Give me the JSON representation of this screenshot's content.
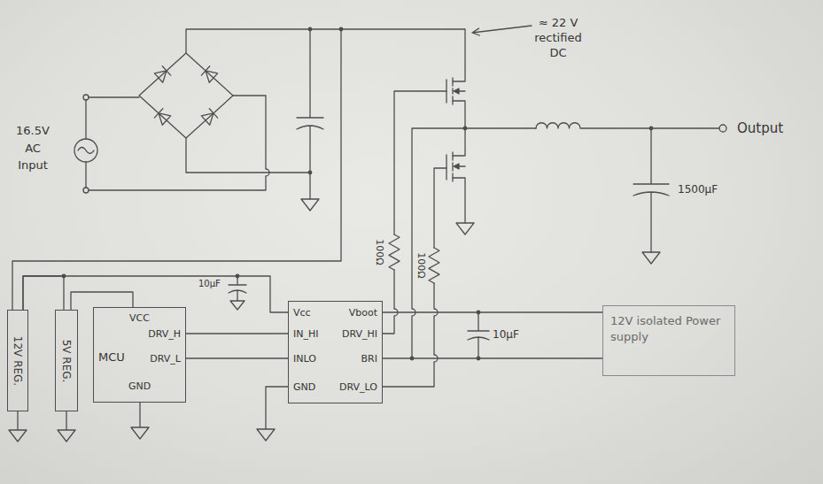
{
  "diagram": {
    "nodes": [
      {
        "text": [
          "12V REG."
        ]
      },
      {
        "text": [
          "5V REG."
        ]
      },
      {
        "text": [
          "VCC",
          "DRV_H",
          "MCU",
          "DRV_L",
          "GND"
        ]
      },
      {
        "text": [
          "Vcc",
          "Vboot",
          "IN_HI",
          "DRV_HI",
          "INLO",
          "BRI",
          "GND",
          "DRV_LO"
        ]
      },
      {
        "text": [
          "12V isolated Power supply"
        ]
      }
    ],
    "edges": [
      {
        "from": 0,
        "to": 1,
        "arrow": "none"
      },
      {
        "from": 0,
        "to": 3,
        "arrow": "none"
      },
      {
        "from": 1,
        "to": 2,
        "arrow": "none"
      },
      {
        "from": 2,
        "to": 3,
        "arrow": "none"
      },
      {
        "from": 2,
        "to": 3,
        "arrow": "none"
      },
      {
        "from": 4,
        "to": 3,
        "arrow": "none"
      },
      {
        "from": 4,
        "to": 3,
        "arrow": "none"
      }
    ],
    "labels": [
      "16.5V AC Input",
      "≈ 22 V rectified DC",
      "Output",
      "1500µF",
      "100Ω",
      "100Ω",
      "10µF",
      "10µF"
    ]
  }
}
